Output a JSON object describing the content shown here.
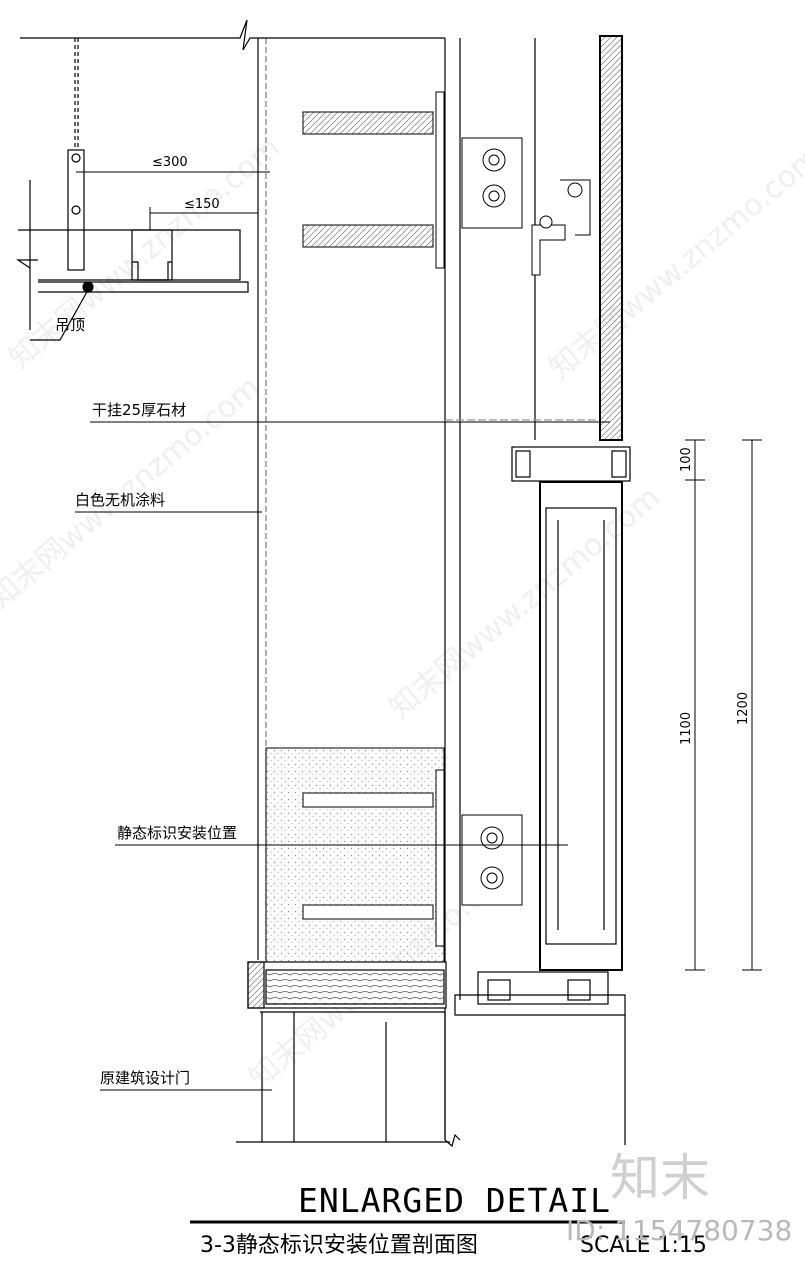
{
  "labels": {
    "ceiling": "吊顶",
    "stone": "干挂25厚石材",
    "paint": "白色无机涂料",
    "sign_position": "静态标识安装位置",
    "door": "原建筑设计门"
  },
  "dimensions": {
    "d300": "≤300",
    "d150": "≤150",
    "d100": "100",
    "d1100": "1100",
    "d1200": "1200"
  },
  "title": {
    "main": "ENLARGED DETAIL",
    "sub": "3-3静态标识安装位置剖面图",
    "scale": "SCALE 1:15"
  },
  "brand": {
    "logo": "知末",
    "id": "ID: 1154780738",
    "watermark": "知末网www.znzmo.com"
  },
  "colors": {
    "line": "#000000",
    "hatch": "#bdbdbd",
    "watermark": "#ececec"
  }
}
